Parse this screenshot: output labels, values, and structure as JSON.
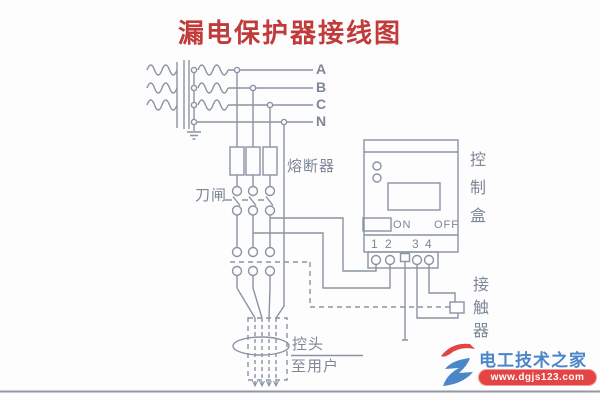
{
  "title": "漏电保护器接线图",
  "colors": {
    "line": "#8a93a3",
    "label": "#7d8798",
    "title": "#c23b3b",
    "wmblue": "#4a86c8",
    "wmred": "#e34444"
  },
  "phases": [
    "A",
    "B",
    "C",
    "N"
  ],
  "labels": {
    "fuse": "熔断器",
    "knife_switch": "刀闸",
    "control_box": "控制盒",
    "contactor": "接触器",
    "probe": "控头",
    "to_user": "至用户"
  },
  "control_box": {
    "on_label": "ON",
    "off_label": "OFF",
    "terminals": [
      "1",
      "2",
      "3",
      "4"
    ]
  },
  "watermark": {
    "site_name": "电工技术之家",
    "site_url": "www.dgjs123.com"
  }
}
